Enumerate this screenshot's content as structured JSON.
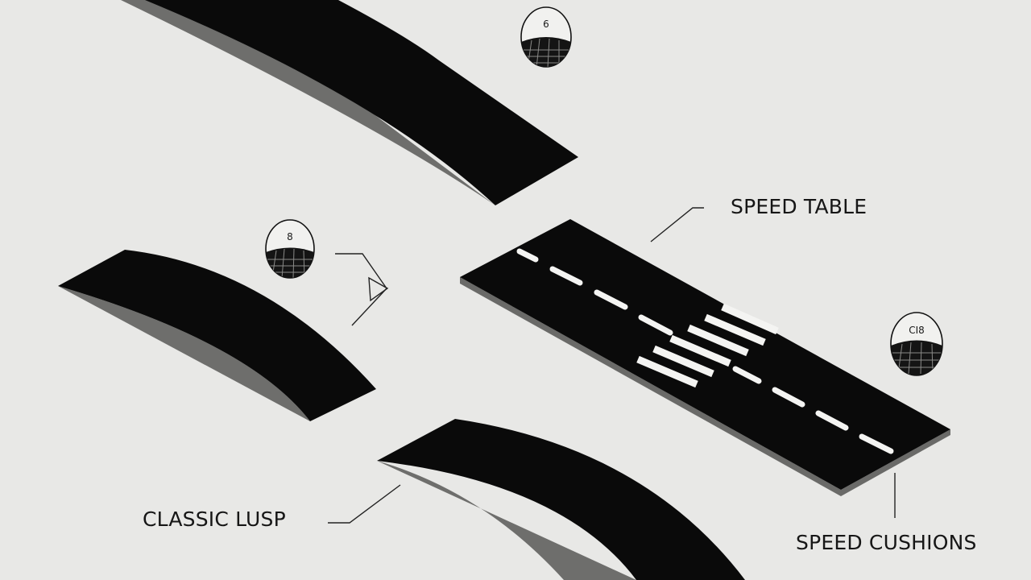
{
  "diagram": {
    "labels": {
      "speed_table": "SPEED TABLE",
      "classic_lusp": "CLASSIC LUSP",
      "speed_cushions": "SPEED CUSHIONS"
    },
    "badges": [
      {
        "id": "badge-top",
        "text": "6"
      },
      {
        "id": "badge-left",
        "text": "8"
      },
      {
        "id": "badge-right",
        "text": "CI8"
      }
    ]
  }
}
